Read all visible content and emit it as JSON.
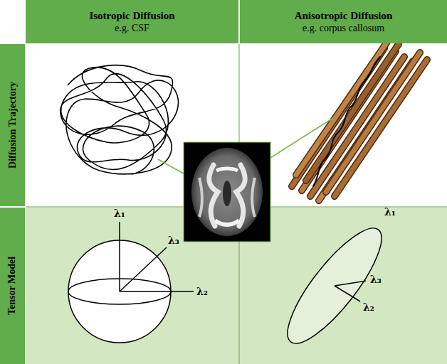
{
  "diagram": {
    "nodes": [
      {
        "text": [
          "Isotropic Diffusion",
          "e.g. CSF"
        ]
      },
      {
        "text": [
          "Anisotropic Diffusion",
          "e.g. corpus callosum"
        ]
      },
      {
        "text": [
          "Diffusion Trajectory"
        ]
      },
      {
        "text": [
          "Tensor Model"
        ]
      }
    ],
    "labels": [
      "λ₁",
      "λ₃",
      "λ₂",
      "λ₁",
      "λ₃",
      "λ₂"
    ]
  }
}
